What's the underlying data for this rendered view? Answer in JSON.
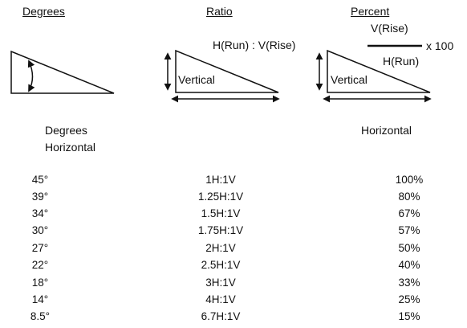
{
  "headers": {
    "degrees": "Degrees",
    "ratio": "Ratio",
    "percent": "Percent"
  },
  "ratio_diagram": {
    "formula": "H(Run) : V(Rise)",
    "vertical_label": "Vertical"
  },
  "percent_diagram": {
    "numerator": "V(Rise)",
    "multiplier": "x 100",
    "denominator": "H(Run)",
    "vertical_label": "Vertical"
  },
  "labels": {
    "degrees_line1": "Degrees",
    "degrees_line2": "Horizontal",
    "percent_horizontal": "Horizontal"
  },
  "rows": [
    {
      "degrees": "45°",
      "ratio": "1H:1V",
      "percent": "100%"
    },
    {
      "degrees": "39°",
      "ratio": "1.25H:1V",
      "percent": "80%"
    },
    {
      "degrees": "34°",
      "ratio": "1.5H:1V",
      "percent": "67%"
    },
    {
      "degrees": "30°",
      "ratio": "1.75H:1V",
      "percent": "57%"
    },
    {
      "degrees": "27°",
      "ratio": "2H:1V",
      "percent": "50%"
    },
    {
      "degrees": "22°",
      "ratio": "2.5H:1V",
      "percent": "40%"
    },
    {
      "degrees": "18°",
      "ratio": "3H:1V",
      "percent": "33%"
    },
    {
      "degrees": "14°",
      "ratio": "4H:1V",
      "percent": "25%"
    },
    {
      "degrees": "8.5°",
      "ratio": "6.7H:1V",
      "percent": "15%"
    }
  ]
}
